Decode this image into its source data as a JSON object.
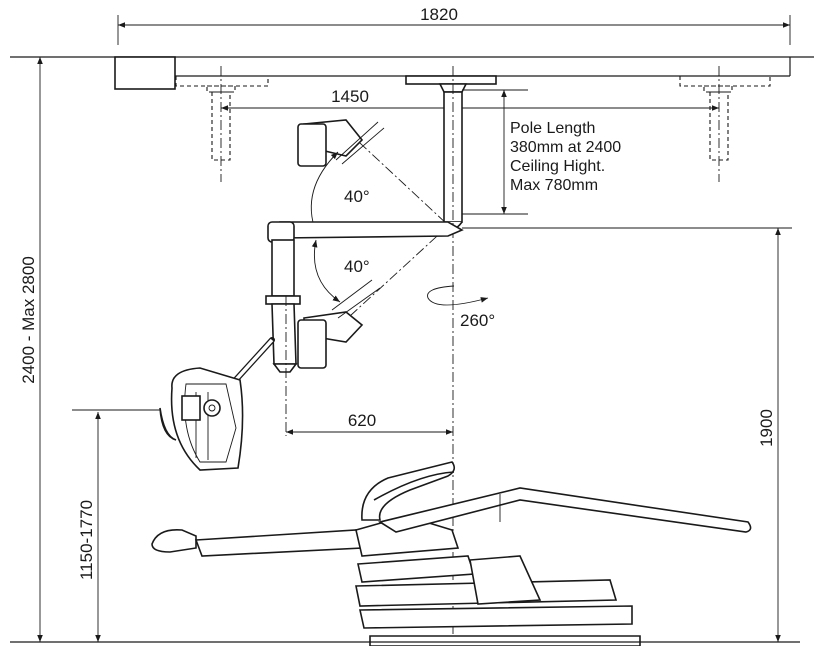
{
  "dimensions": {
    "top_width": "1820",
    "pole_spacing": "1450",
    "reach": "620",
    "total_height": "2400 - Max 2800",
    "mount_height": "1900",
    "lamp_height": "1150-1770"
  },
  "angles": {
    "upper": "40°",
    "lower": "40°",
    "rotation": "260°"
  },
  "note": {
    "lines": [
      "Pole Length",
      "380mm at 2400",
      "Ceiling Hight.",
      "Max 780mm"
    ]
  },
  "colors": {
    "line": "#1a1a1a",
    "background": "#ffffff"
  }
}
